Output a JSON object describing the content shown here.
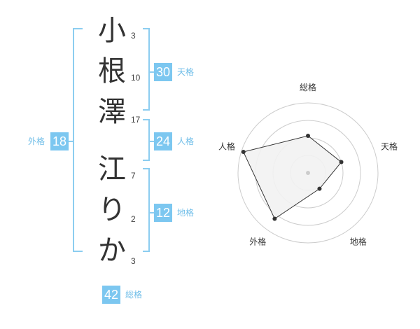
{
  "name": {
    "chars": [
      {
        "char": "小",
        "strokes": "3"
      },
      {
        "char": "根",
        "strokes": "10"
      },
      {
        "char": "澤",
        "strokes": "17"
      },
      {
        "char": "江",
        "strokes": "7"
      },
      {
        "char": "り",
        "strokes": "2"
      },
      {
        "char": "か",
        "strokes": "3"
      }
    ]
  },
  "kaku": {
    "tenkaku": {
      "value": "30",
      "label": "天格"
    },
    "jinkaku": {
      "value": "24",
      "label": "人格"
    },
    "chikaku": {
      "value": "12",
      "label": "地格"
    },
    "gaikaku": {
      "value": "18",
      "label": "外格"
    },
    "soukaku": {
      "value": "42",
      "label": "総格"
    }
  },
  "chart_data": {
    "type": "radar",
    "axes": [
      "総格",
      "天格",
      "地格",
      "外格",
      "人格"
    ],
    "values": [
      0.53,
      0.5,
      0.28,
      0.81,
      0.97
    ],
    "max": 1,
    "rings": 4,
    "fill": "#f2f2f2",
    "line_color": "#333333",
    "ring_color": "#cccccc"
  }
}
